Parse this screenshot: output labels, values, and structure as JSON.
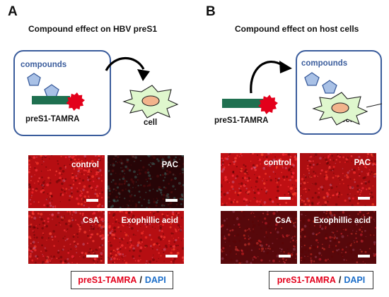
{
  "colors": {
    "frame_blue": "#3a5c9c",
    "shape_fill": "#a9c1e6",
    "linker_green": "#1f7050",
    "dye_red": "#e3001b",
    "cell_green": "#dff7cd",
    "nucleus": "#f2b48c",
    "dapi_blue": "#1b6ec9"
  },
  "panel_a": {
    "letter": "A",
    "title": "Compound effect on HBV preS1",
    "compounds_label": "compounds",
    "probe_label": "preS1-TAMRA",
    "cell_label": "cell",
    "tiles": [
      {
        "label": "control",
        "intensity": 0.85
      },
      {
        "label": "PAC",
        "intensity": 0.1
      },
      {
        "label": "CsA",
        "intensity": 0.8
      },
      {
        "label": "Exophillic acid",
        "intensity": 0.85
      }
    ],
    "legend": {
      "red": "preS1-TAMRA",
      "sep": "/",
      "blue": "DAPI"
    }
  },
  "panel_b": {
    "letter": "B",
    "title": "Compound effect on host cells",
    "compounds_label": "compounds",
    "probe_label": "preS1-TAMRA",
    "cell_label": "cell",
    "tiles": [
      {
        "label": "control",
        "intensity": 0.9
      },
      {
        "label": "PAC",
        "intensity": 0.8
      },
      {
        "label": "CsA",
        "intensity": 0.35
      },
      {
        "label": "Exophillic acid",
        "intensity": 0.35
      }
    ],
    "legend": {
      "red": "preS1-TAMRA",
      "sep": "/",
      "blue": "DAPI"
    }
  }
}
